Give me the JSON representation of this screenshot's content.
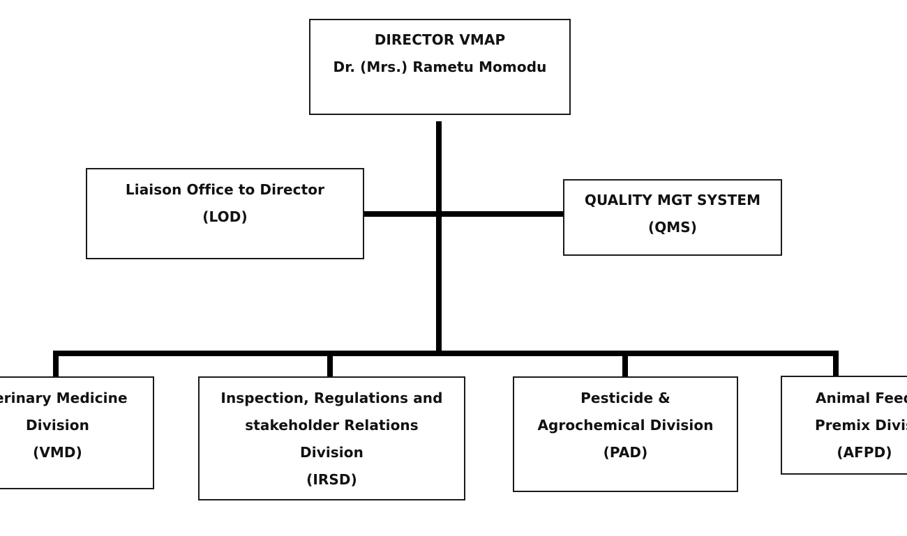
{
  "org_chart": {
    "director": {
      "title": "DIRECTOR VMAP",
      "name": "Dr. (Mrs.) Rametu Momodu"
    },
    "lod": {
      "name": "Liaison Office to Director",
      "abbr": "(LOD)"
    },
    "qms": {
      "name": "QUALITY MGT SYSTEM",
      "abbr": "(QMS)"
    },
    "divisions": [
      {
        "lines": [
          "terinary Medicine",
          "Division",
          "(VMD)"
        ]
      },
      {
        "lines": [
          "Inspection, Regulations and",
          "stakeholder Relations",
          "Division",
          "(IRSD)"
        ]
      },
      {
        "lines": [
          "Pesticide &",
          "Agrochemical Division",
          "(PAD)"
        ]
      },
      {
        "lines": [
          "Animal Feed",
          "Premix Divis",
          "(AFPD)"
        ]
      }
    ]
  },
  "colors": {
    "line": "#000000",
    "border": "#1a1a1a",
    "text": "#111111",
    "background": "#ffffff"
  }
}
